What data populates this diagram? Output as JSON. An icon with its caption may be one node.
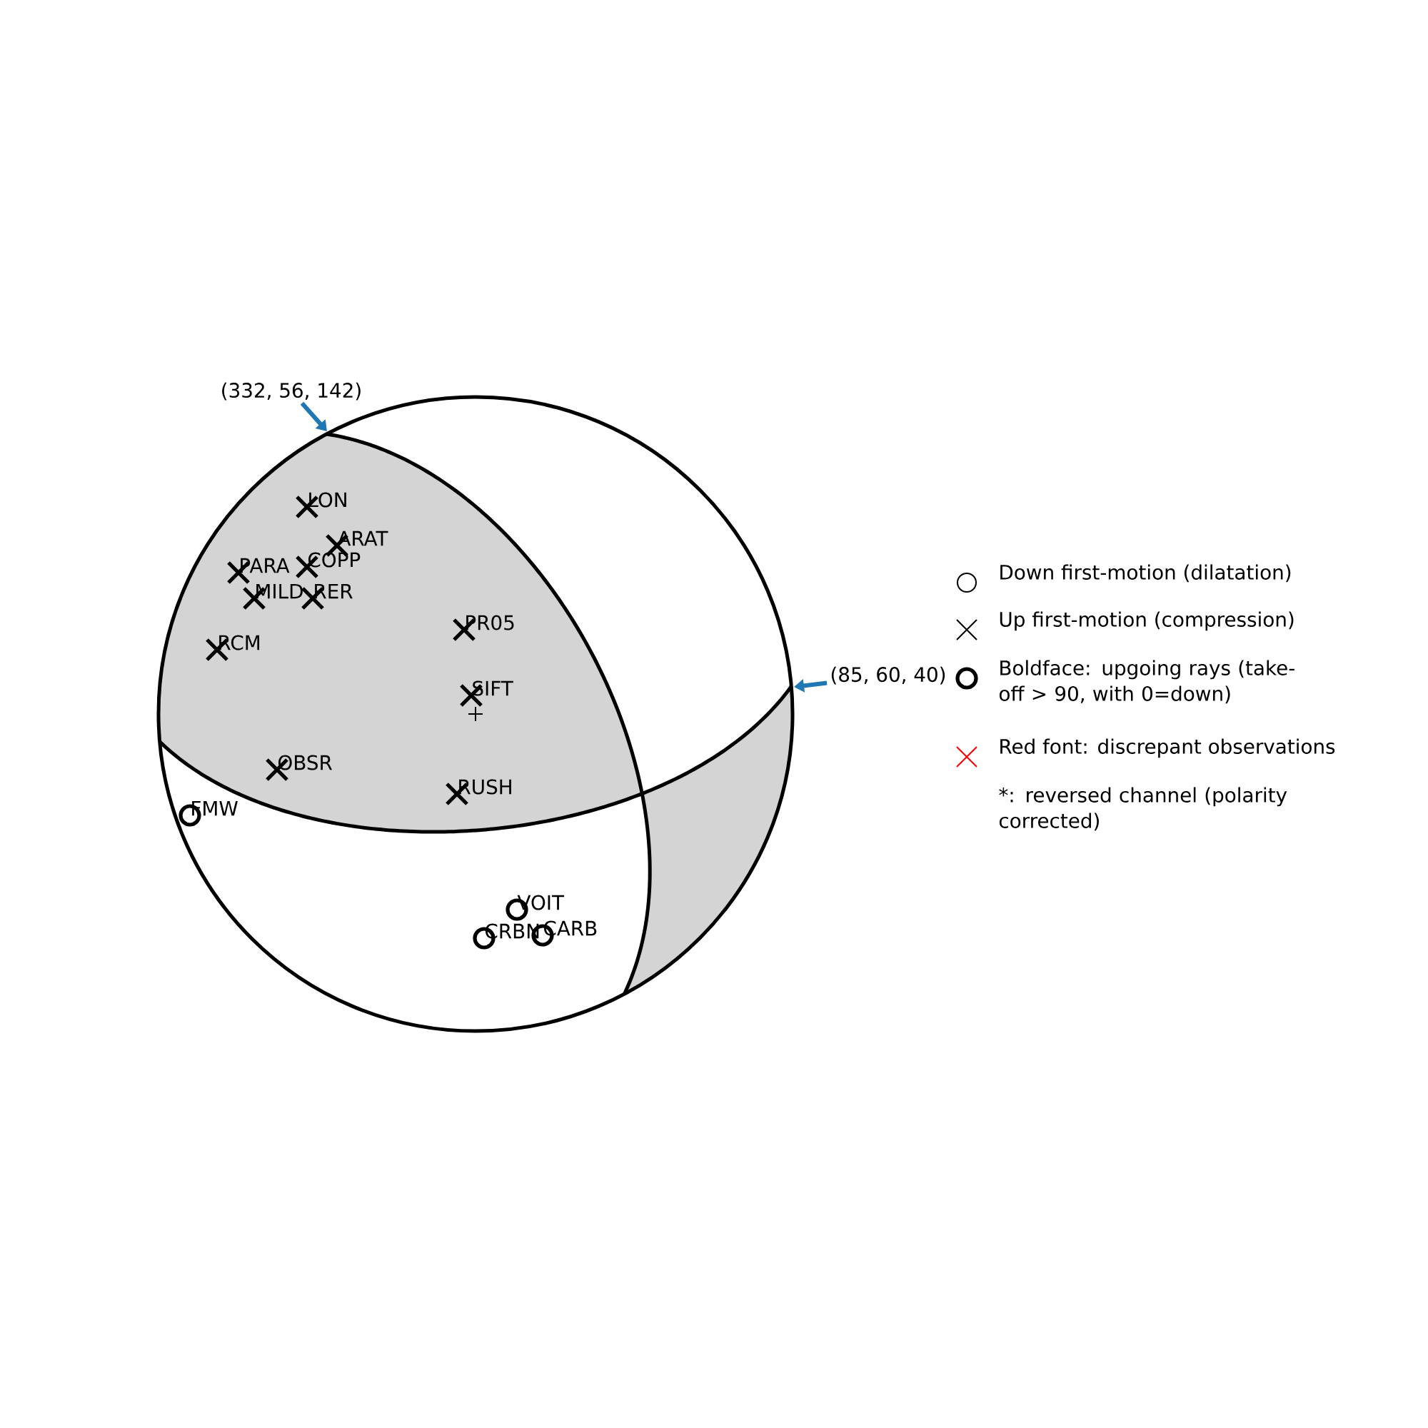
{
  "diagram": {
    "nodes": [
      {
        "text": [
          "(332, 56, 142)"
        ]
      },
      {
        "text": [
          "(85, 60, 40)"
        ]
      }
    ],
    "edges": [
      {
        "from": 0,
        "to": null,
        "arrow": "to"
      },
      {
        "from": 1,
        "to": null,
        "arrow": "to"
      }
    ],
    "labels": [
      "LON",
      "ARAT",
      "COPP",
      "PARA",
      "MILD",
      "RER",
      "RCM",
      "PR05",
      "SIFT",
      "OBSR",
      "RUSH",
      "FMW",
      "VOIT",
      "CRBN",
      "CARB"
    ],
    "legend": [
      {
        "text": "Down first-motion (dilatation)"
      },
      {
        "text": "Up first-motion (compression)"
      },
      {
        "text": "Boldface: upgoing rays (take-off > 90, with 0=down)"
      },
      {
        "text": "Red font: discrepant observations"
      },
      {
        "text": "*: reversed channel (polarity corrected)"
      }
    ]
  }
}
